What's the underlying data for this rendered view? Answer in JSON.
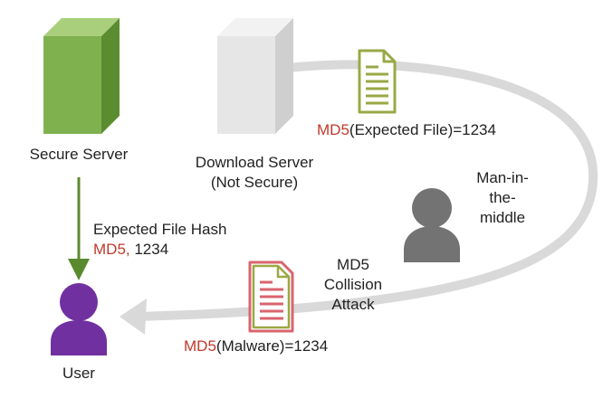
{
  "secure_server": {
    "label": "Secure Server"
  },
  "download_server": {
    "line1": "Download Server",
    "line2": "(Not Secure)"
  },
  "expected_file": {
    "md5": "MD5",
    "rest": "(Expected File)=1234"
  },
  "expected_hash": {
    "line1": "Expected File Hash",
    "md5": "MD5,",
    "value": " 1234"
  },
  "mitm": {
    "line1": "Man-in-",
    "line2": "the-",
    "line3": "middle"
  },
  "collision": {
    "line1": "MD5",
    "line2": "Collision",
    "line3": "Attack"
  },
  "malware": {
    "md5": "MD5",
    "rest": "(Malware)=1234"
  },
  "user": {
    "label": "User"
  },
  "colors": {
    "secure_server": "#7fb24f",
    "download_server": "#e6e6e6",
    "arrow_green": "#5a8a2e",
    "curve": "#d9d9d9",
    "document": "#9aa845",
    "malware_outline": "#d9646e",
    "md5_red": "#c0392b",
    "person_gray": "#737373",
    "user_purple": "#7030a0"
  }
}
